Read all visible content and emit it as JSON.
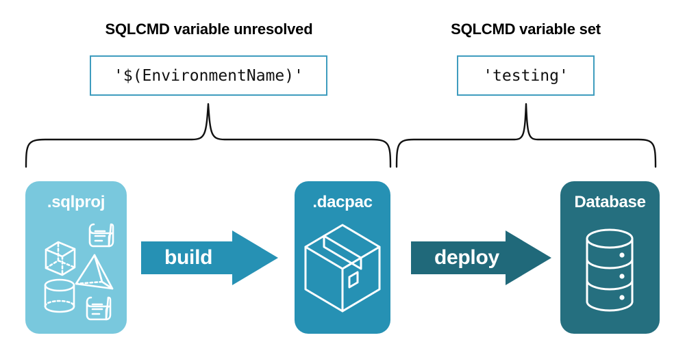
{
  "diagram": {
    "headings": {
      "left": "SQLCMD variable unresolved",
      "right": "SQLCMD variable set"
    },
    "code_values": {
      "left": "'$(EnvironmentName)'",
      "right": "'testing'"
    },
    "stages": [
      {
        "id": "sqlproj",
        "label": ".sqlproj",
        "fill": "#79c8dd",
        "art": "shapes-and-scripts-icon"
      },
      {
        "id": "dacpac",
        "label": ".dacpac",
        "fill": "#2691b4",
        "art": "package-box-icon"
      },
      {
        "id": "database",
        "label": "Database",
        "fill": "#256f7f",
        "art": "database-cylinder-icon"
      }
    ],
    "arrows": [
      {
        "id": "build",
        "label": "build",
        "fill": "#2691b4"
      },
      {
        "id": "deploy",
        "label": "deploy",
        "fill": "#20697a"
      }
    ],
    "braces": {
      "left_span": "sqlproj-to-dacpac",
      "right_span": "dacpac-to-database"
    },
    "colors": {
      "light_blue": "#79c8dd",
      "mid_teal": "#2691b4",
      "dark_teal": "#256f7f",
      "box_border": "#3e9cbe",
      "stroke_black": "#111111",
      "background": "#ffffff"
    }
  }
}
